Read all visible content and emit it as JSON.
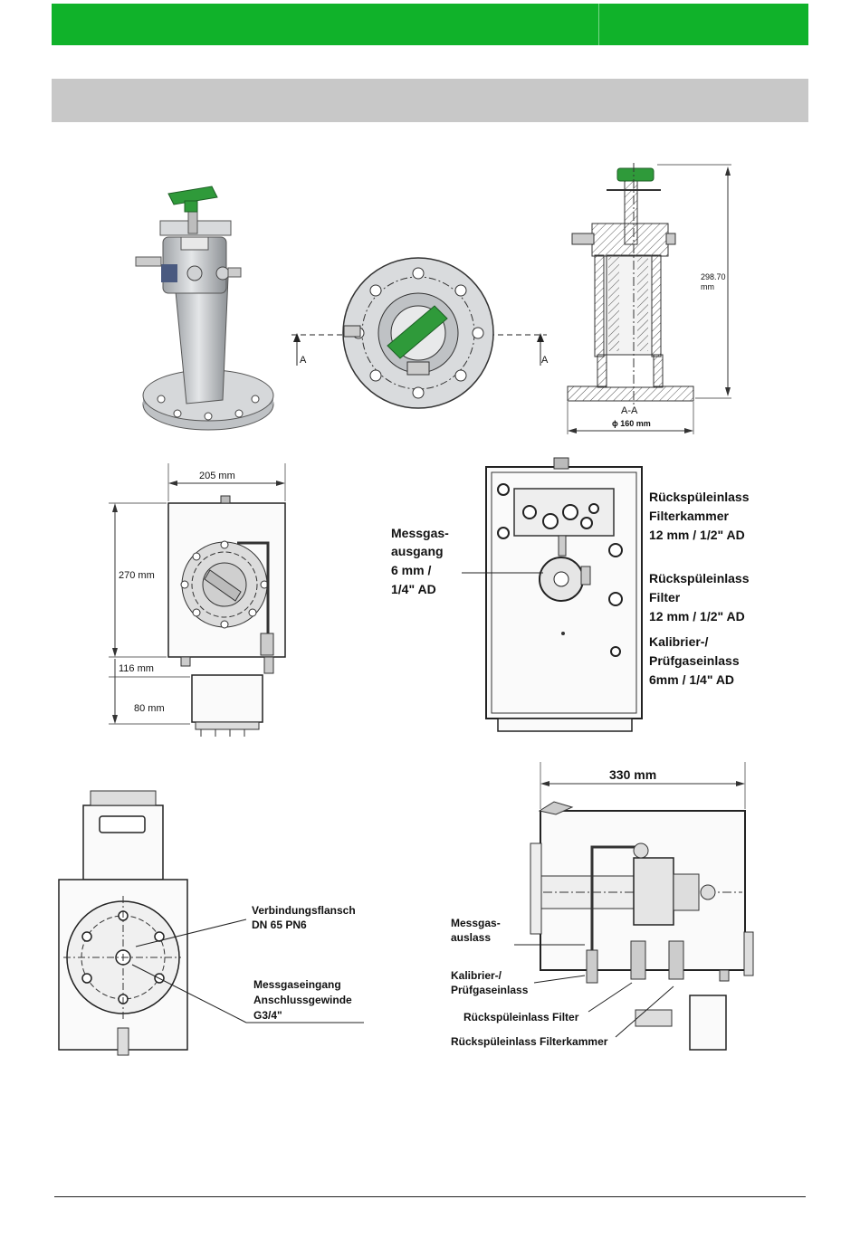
{
  "labels": {
    "section_a": "A",
    "section_aa": "A-A",
    "height": "298.70",
    "height_unit": "mm",
    "diameter": "ϕ 160 mm",
    "width_205": "205 mm",
    "height_270": "270 mm",
    "height_116": "116 mm",
    "height_80": "80 mm",
    "messgas_ausgang": [
      "Messgas-",
      "ausgang",
      "6 mm /",
      "1/4\" AD"
    ],
    "rueck_filterkammer": [
      "Rückspüleinlass",
      "Filterkammer",
      "12 mm / 1/2\" AD"
    ],
    "rueck_filter": [
      "Rückspüleinlass",
      "Filter",
      "12 mm / 1/2\" AD"
    ],
    "kalibrier": [
      "Kalibrier-/",
      "Prüfgaseinlass",
      "6mm / 1/4\" AD"
    ],
    "width_330": "330 mm",
    "verbindungsflansch": [
      "Verbindungsflansch",
      "DN 65 PN6"
    ],
    "messgaseingang": [
      "Messgaseingang",
      "Anschlussgewinde",
      "G3/4\""
    ],
    "messgas_auslass": [
      "Messgas-",
      "auslass"
    ],
    "kalibrier_small": [
      "Kalibrier-/",
      "Prüfgaseinlass"
    ],
    "rueck_filter_small": "Rückspüleinlass Filter",
    "rueck_filterkammer_small": "Rückspüleinlass Filterkammer"
  },
  "colors": {
    "header_green": "#10b22a",
    "header_grey": "#c8c8c8",
    "handle_green": "#2f9a3a",
    "metal": "#c4c6c8"
  }
}
